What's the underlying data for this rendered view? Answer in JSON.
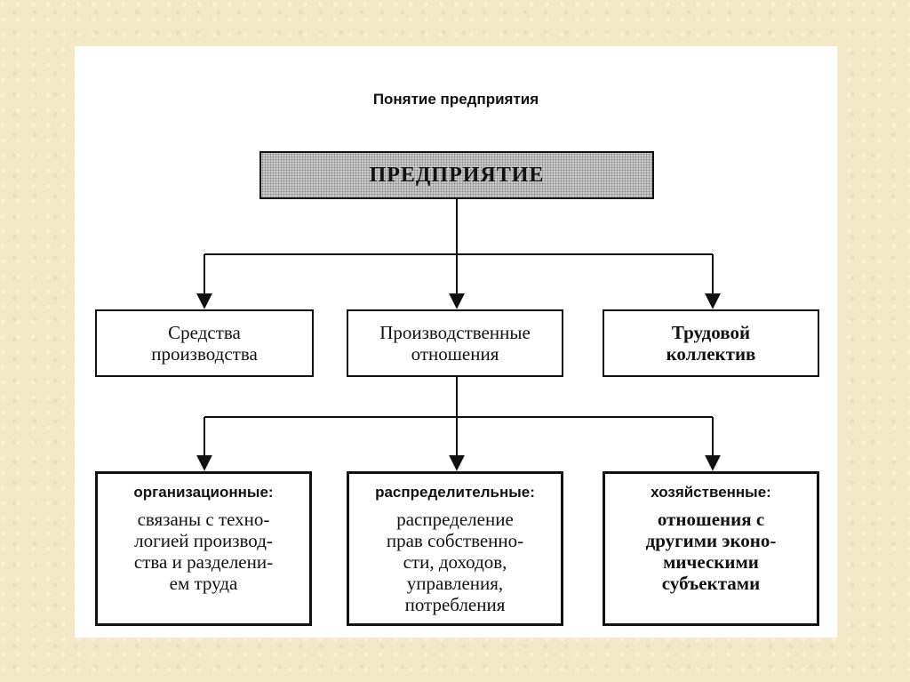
{
  "diagram": {
    "title": "Понятие предприятия",
    "root": {
      "label": "ПРЕДПРИЯТИЕ"
    },
    "components": [
      {
        "label": "Средства\nпроизводства"
      },
      {
        "label": "Производственные\nотношения"
      },
      {
        "label": "Трудовой\nколлектив"
      }
    ],
    "relations": [
      {
        "heading": "организационные:",
        "description": "связаны с техно-\nлогией производ-\nства и разделени-\nем труда"
      },
      {
        "heading": "распределительные:",
        "description": "распределение\nправ собственно-\nсти, доходов,\nуправления,\nпотребления"
      },
      {
        "heading": "хозяйственные:",
        "description": "отношения с\nдругими эконо-\nмическими\nсубъектами"
      }
    ],
    "colors": {
      "line": "#111111",
      "page": "#f3e9c9",
      "paper": "#ffffff"
    }
  }
}
